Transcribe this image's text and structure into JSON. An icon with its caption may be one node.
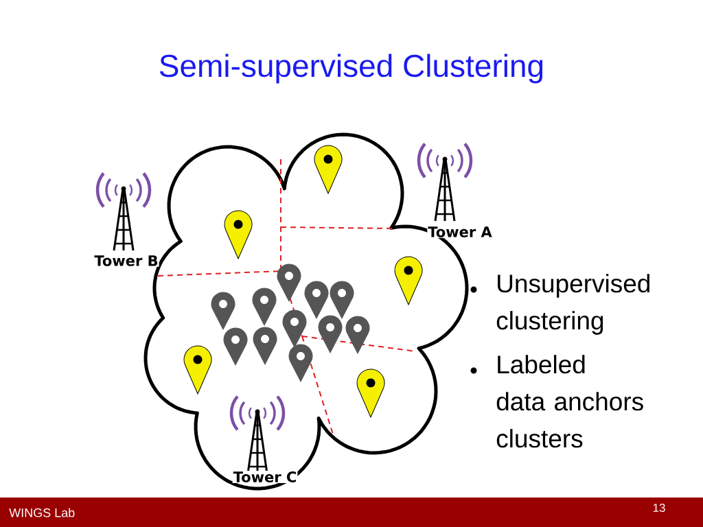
{
  "diagram": {
    "title": "Semi-supervised Clustering",
    "labels": [
      "Tower A",
      "Tower B",
      "Unsupervised clustering",
      "Labeled data anchors clusters",
      "Tower C",
      "WINGS Lab",
      "13"
    ]
  }
}
